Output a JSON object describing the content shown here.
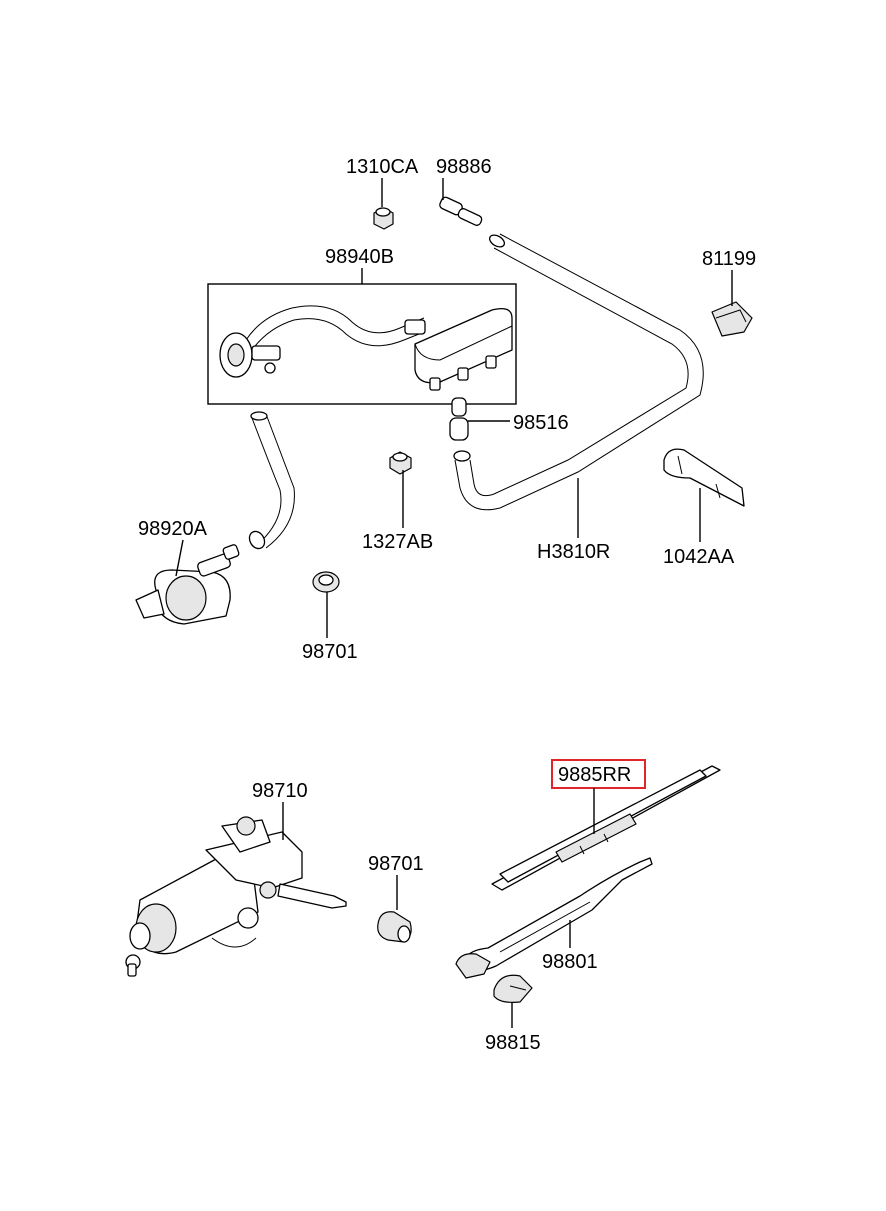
{
  "labels": {
    "p1310CA": "1310CA",
    "p98886": "98886",
    "p98940B": "98940B",
    "p81199": "81199",
    "p98516": "98516",
    "p98920A": "98920A",
    "p1327AB": "1327AB",
    "pH3810R": "H3810R",
    "p1042AA": "1042AA",
    "p98701a": "98701",
    "p98710": "98710",
    "p98701b": "98701",
    "p9885RR": "9885RR",
    "p98801": "98801",
    "p98815": "98815"
  },
  "highlight": {
    "part": "9885RR",
    "color": "#e0262b"
  }
}
